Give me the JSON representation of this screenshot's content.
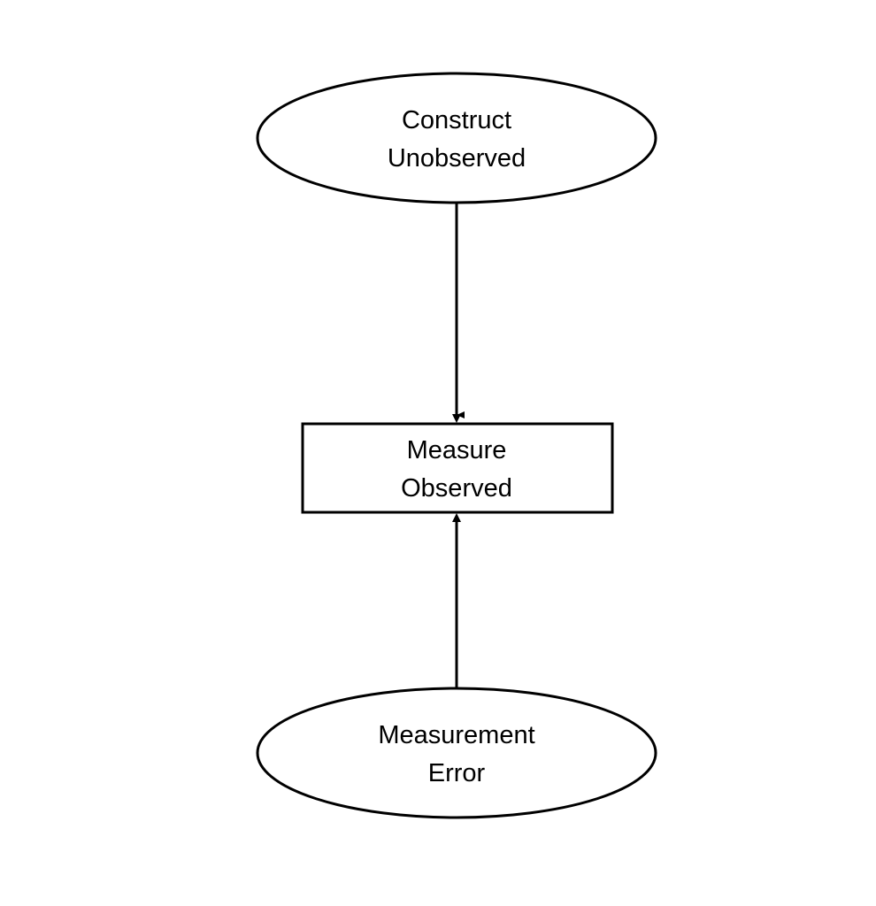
{
  "diagram": {
    "nodes": {
      "construct": {
        "shape": "ellipse",
        "line1": "Construct",
        "line2": "Unobserved"
      },
      "measure": {
        "shape": "rectangle",
        "line1": "Measure",
        "line2": "Observed"
      },
      "error": {
        "shape": "ellipse",
        "line1": "Measurement",
        "line2": "Error"
      }
    },
    "edges": [
      {
        "from": "construct",
        "to": "measure"
      },
      {
        "from": "error",
        "to": "measure"
      }
    ],
    "colors": {
      "stroke": "#000000",
      "fill": "#ffffff",
      "text": "#000000"
    }
  }
}
